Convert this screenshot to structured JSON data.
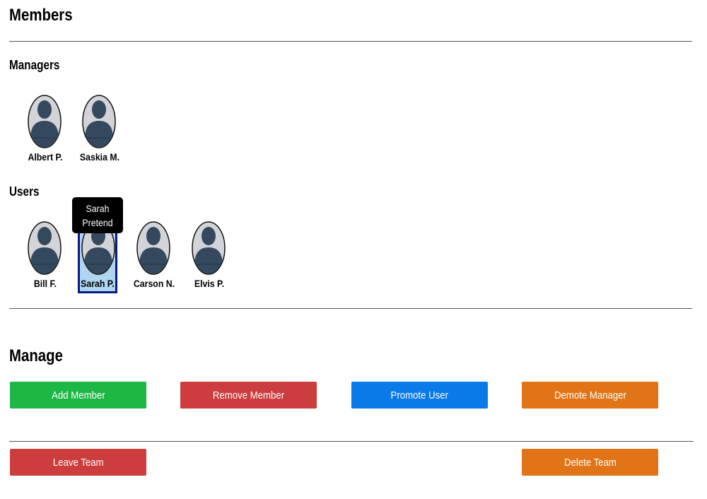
{
  "page": {
    "title": "Members"
  },
  "managers": {
    "heading": "Managers",
    "items": [
      {
        "name": "Albert P."
      },
      {
        "name": "Saskia M."
      }
    ]
  },
  "users": {
    "heading": "Users",
    "items": [
      {
        "name": "Bill F."
      },
      {
        "name": "Sarah P.",
        "selected": true
      },
      {
        "name": "Carson N."
      },
      {
        "name": "Elvis P."
      }
    ]
  },
  "tooltip": {
    "line1": "Sarah",
    "line2": "Pretend"
  },
  "manage": {
    "heading": "Manage",
    "add_member": "Add Member",
    "remove_member": "Remove Member",
    "promote_user": "Promote User",
    "demote_manager": "Demote Manager",
    "leave_team": "Leave Team",
    "delete_team": "Delete Team"
  },
  "colors": {
    "green": "#1db745",
    "red": "#cc3d3d",
    "blue": "#0a7ae8",
    "orange": "#e07416",
    "selected_bg": "#aed6f1",
    "selected_border": "#0a1a7a"
  },
  "icons": {
    "avatar": "user-avatar-icon"
  }
}
